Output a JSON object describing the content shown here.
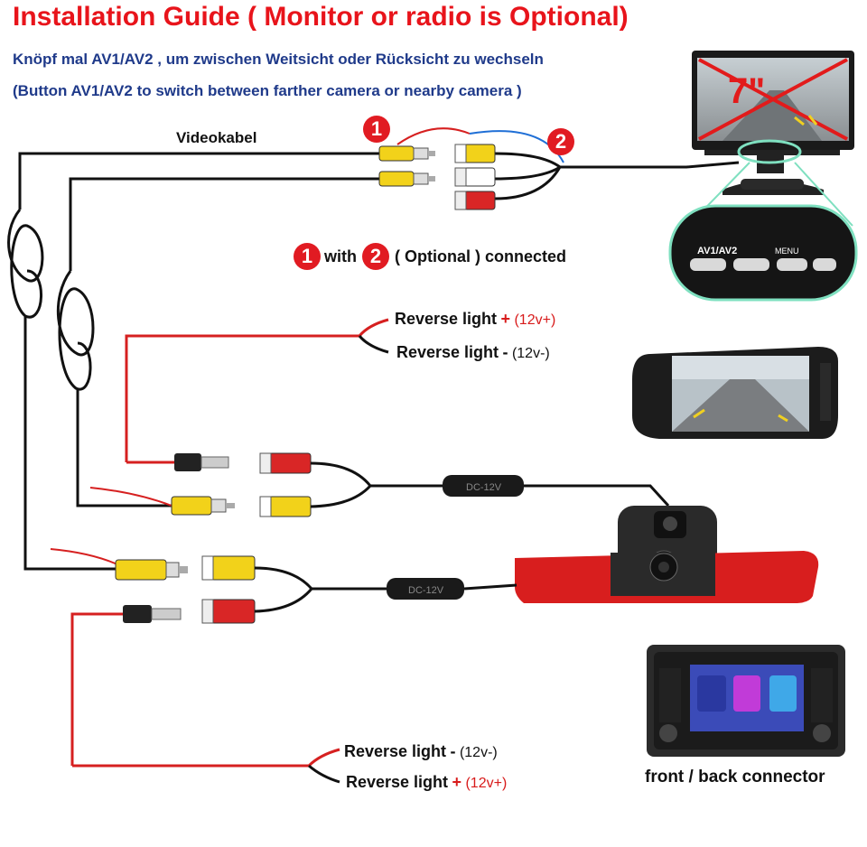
{
  "header": {
    "title": "Installation Guide ( Monitor or radio is Optional)",
    "subtitle_de": "Knöpf mal AV1/AV2 , um zwischen Weitsicht oder Rücksicht zu wechseln",
    "subtitle_en": "(Button AV1/AV2 to switch between farther camera or nearby camera )"
  },
  "labels": {
    "videokabel": "Videokabel",
    "badge_1": "1",
    "badge_2": "2",
    "optional_with": "with",
    "optional_connected": "( Optional ) connected",
    "monitor_size": "7\"",
    "av_button": "AV1/AV2",
    "menu_button": "MENU",
    "dc_label": "DC-12V",
    "front_back": "front / back connector"
  },
  "reverse_upper": [
    {
      "label": "Reverse light",
      "sign": "+",
      "voltage": "(12v+)"
    },
    {
      "label": "Reverse light",
      "sign": "-",
      "voltage": "(12v-)"
    }
  ],
  "reverse_lower": [
    {
      "label": "Reverse light",
      "sign": "-",
      "voltage": "(12v-)"
    },
    {
      "label": "Reverse light",
      "sign": "+",
      "voltage": "(12v+)"
    }
  ],
  "colors": {
    "title": "#e8141b",
    "subtitle": "#1f3a8a",
    "badge": "#e11b22",
    "wire_red": "#d62020",
    "wire_black": "#111111",
    "rca_yellow": "#f2d21a",
    "rca_red": "#d92626",
    "brake_light": "#d81e1e",
    "magnifier_ring": "#7fe0c0"
  }
}
